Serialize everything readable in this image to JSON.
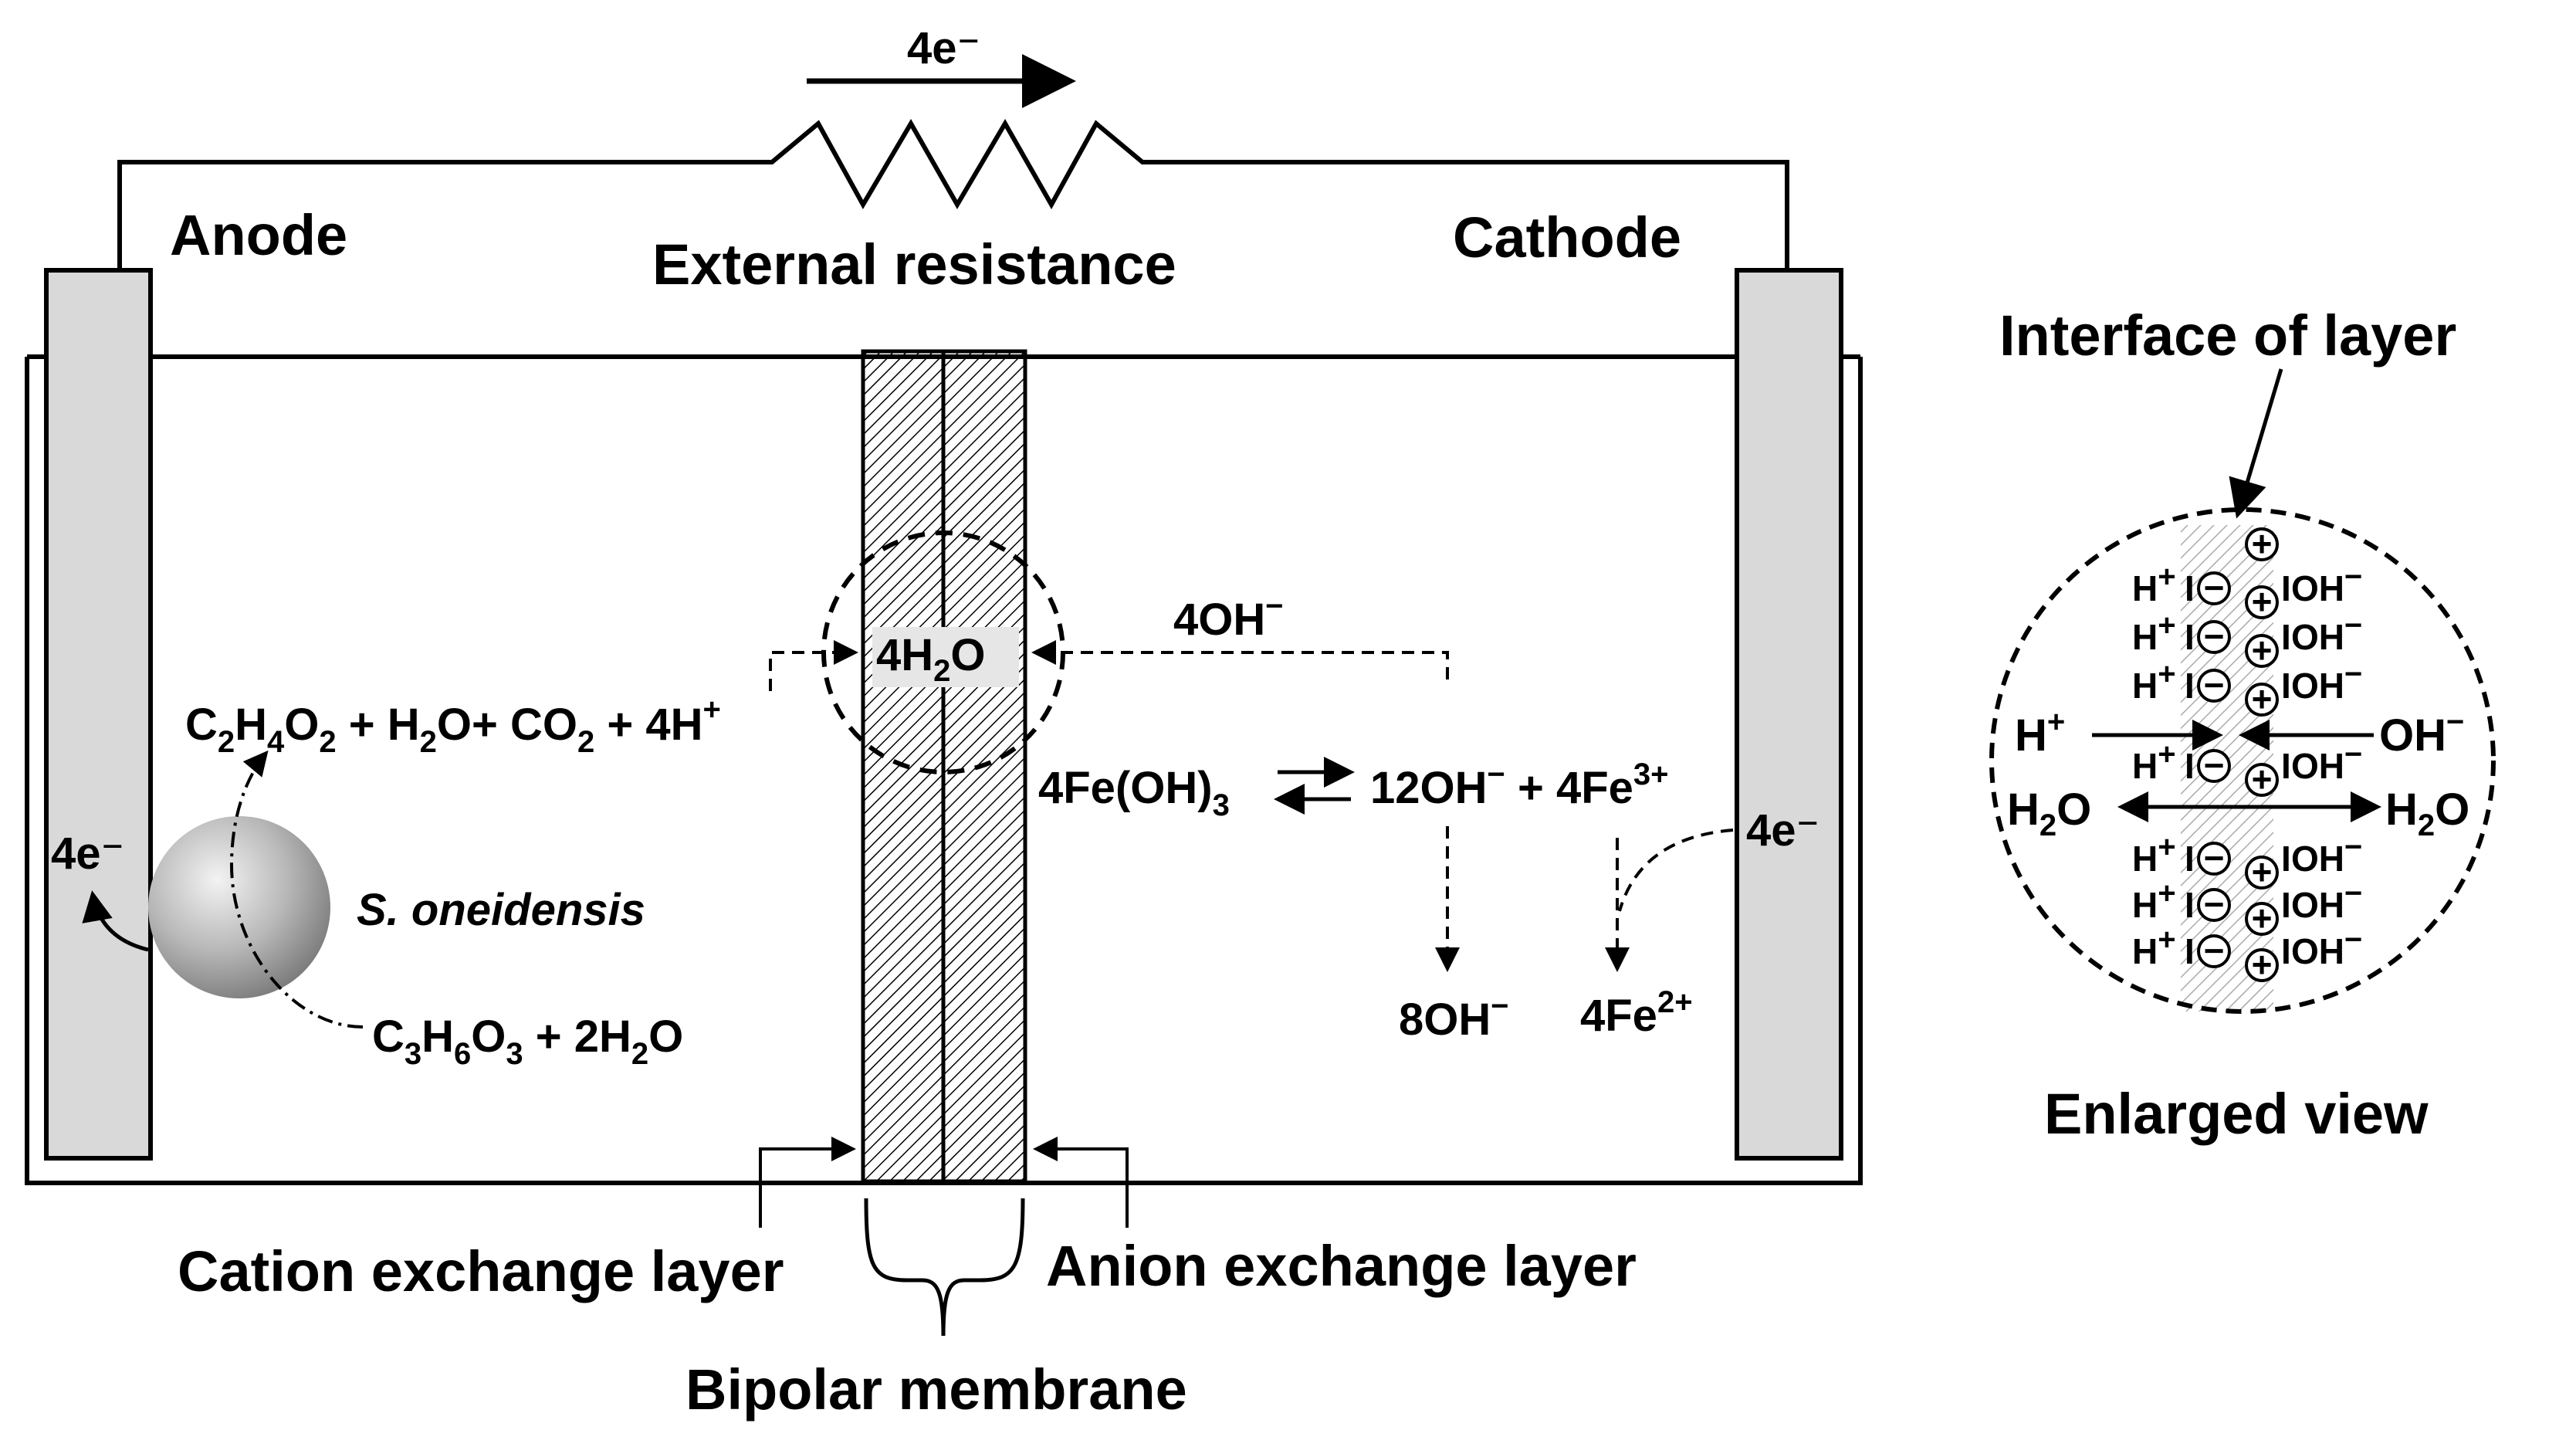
{
  "labels": {
    "anode": "Anode",
    "cathode": "Cathode",
    "external_resistance": "External resistance",
    "electron_flow_top": "4e⁻",
    "electron_anode": "4e⁻",
    "electron_cathode": "4e⁻",
    "bacterium": "S. oneidensis",
    "cation_layer": "Cation exchange layer",
    "anion_layer": "Anion exchange layer",
    "bipolar_membrane": "Bipolar membrane",
    "interface": "Interface of layer",
    "enlarged_view": "Enlarged view"
  },
  "reactions": {
    "anode_products": {
      "parts": [
        "C",
        "2",
        "H",
        "4",
        "O",
        "2",
        " + H",
        "2",
        "O+ CO",
        "2",
        " + 4H",
        "+"
      ]
    },
    "anode_substrate": {
      "parts": [
        "C",
        "3",
        "H",
        "6",
        "O",
        "3",
        " + 2H",
        "2",
        "O"
      ]
    },
    "water": {
      "parts": [
        "4H",
        "2",
        "O"
      ]
    },
    "hydroxide_return": {
      "parts": [
        "4OH",
        "−"
      ]
    },
    "iron_hydroxide": {
      "parts": [
        "4Fe(OH)",
        "3"
      ]
    },
    "dissociation_products": {
      "parts": [
        "12OH",
        "−",
        " + 4Fe",
        "3+"
      ]
    },
    "hydroxide_product": {
      "parts": [
        "8OH",
        "−"
      ]
    },
    "ferrous": {
      "parts": [
        "4Fe",
        "2+"
      ]
    }
  },
  "enlarged": {
    "left_ions": [
      "H",
      "+"
    ],
    "right_ions": [
      "OH",
      "−"
    ],
    "h2o": [
      "H",
      "2",
      "O"
    ],
    "minus_sign": "−",
    "plus_sign": "+",
    "bar_sign": "I"
  }
}
